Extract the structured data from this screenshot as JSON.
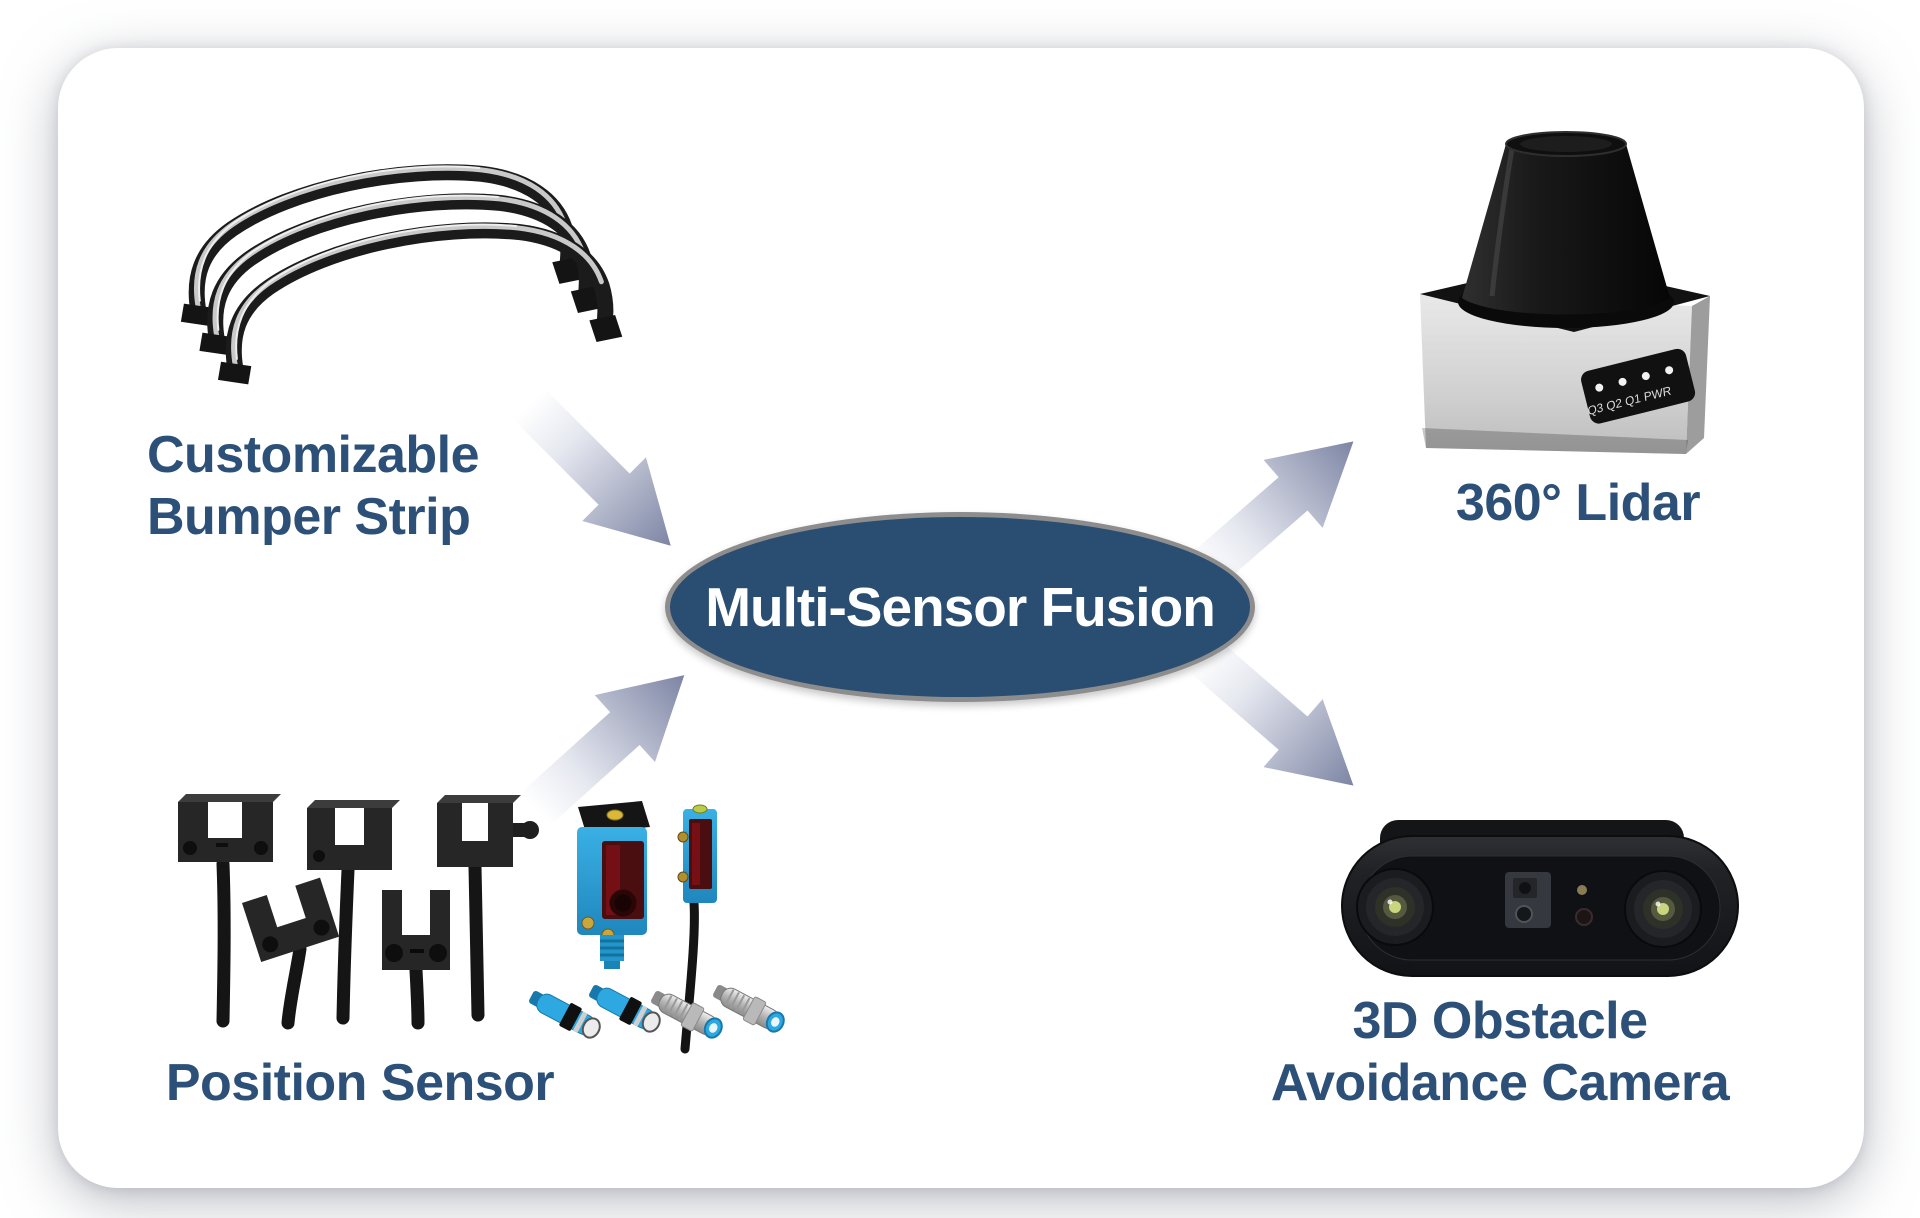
{
  "center": {
    "label": "Multi-Sensor Fusion",
    "fill": "#2A4D72",
    "border_color": "#8D8D8D",
    "text_color": "#FFFFFF"
  },
  "nodes": {
    "bumper": {
      "label_line1": "Customizable",
      "label_line2": "Bumper Strip"
    },
    "lidar": {
      "label": "360° Lidar",
      "panel_text": "Q3 Q2 Q1 PWR"
    },
    "position": {
      "label": "Position Sensor"
    },
    "camera": {
      "label_line1": "3D Obstacle",
      "label_line2": "Avoidance Camera"
    }
  },
  "colors": {
    "label_text": "#2D5078",
    "card_background": "#FFFFFF",
    "arrow_tail": "#FFFFFF",
    "arrow_head": "#7D85A4",
    "sensor_blue": "#2DA8E0"
  }
}
